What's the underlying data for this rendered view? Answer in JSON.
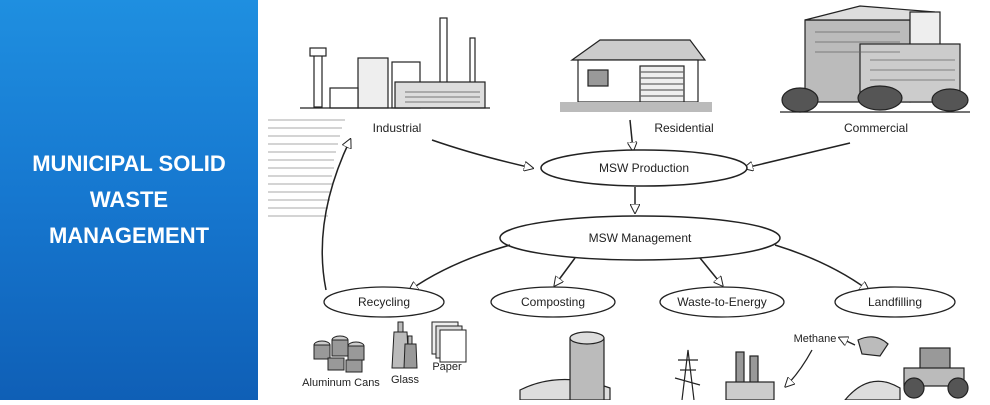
{
  "panel": {
    "title_lines": [
      "MUNICIPAL SOLID",
      "WASTE",
      "MANAGEMENT"
    ]
  },
  "diagram": {
    "sources": {
      "industrial": "Industrial",
      "residential": "Residential",
      "commercial": "Commercial"
    },
    "production": "MSW Production",
    "management": "MSW Management",
    "methods": {
      "recycling": "Recycling",
      "composting": "Composting",
      "waste_to_energy": "Waste-to-Energy",
      "landfilling": "Landfilling"
    },
    "recycling_items": {
      "aluminum_cans": "Aluminum Cans",
      "glass": "Glass",
      "paper": "Paper"
    },
    "methane": "Methane"
  },
  "colors": {
    "panel_top": "#1f8fe0",
    "panel_bottom": "#0f5fb6",
    "line": "#222222"
  }
}
